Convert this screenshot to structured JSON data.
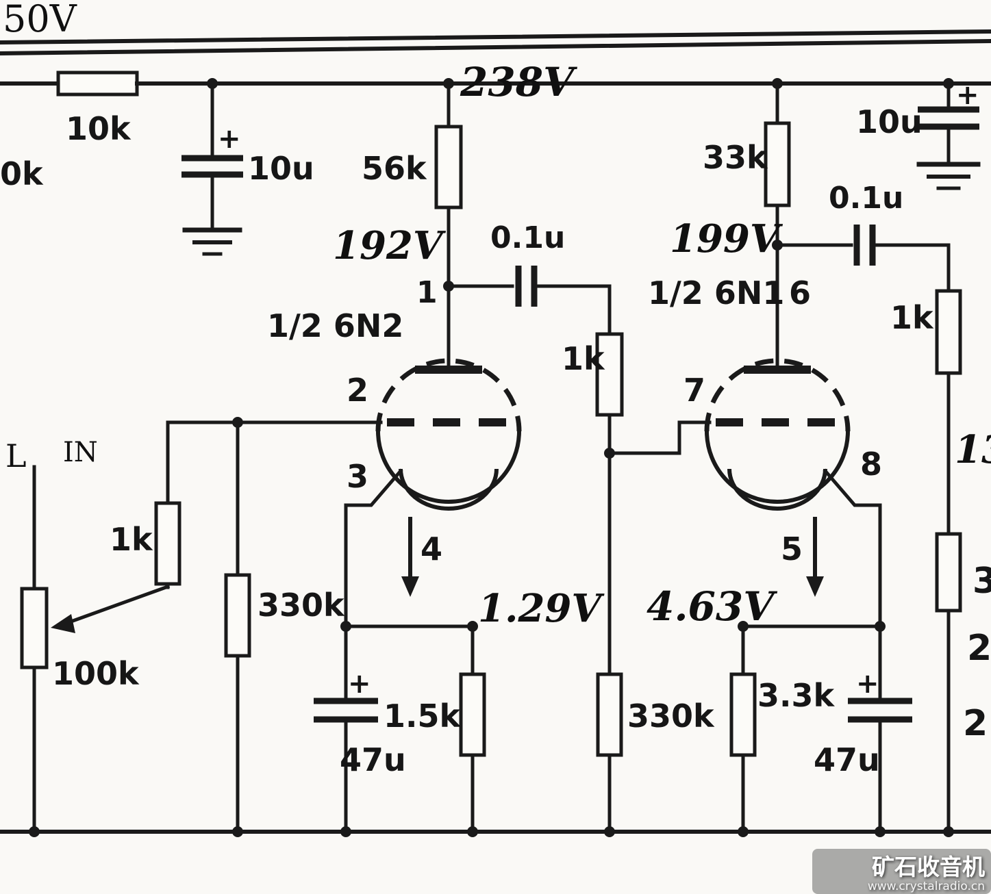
{
  "doc": {
    "kind": "tube-amplifier-schematic-scan"
  },
  "labels": {
    "supply_voltage_partial": "50V",
    "left_resistor_partial": "0k",
    "r_series": "10k",
    "c_filter1": "10u",
    "v_rail": "238V",
    "r_plate1": "56k",
    "v_plate1": "192V",
    "c_couple1": "0.1u",
    "tube1": "1/2 6N2",
    "pin1": "1",
    "pin2": "2",
    "pin3": "3",
    "pin4": "4",
    "r_load_mid": "1k",
    "channel": "L",
    "input": "IN",
    "r_grid_stop": "1k",
    "r_grid1": "330k",
    "pot": "100k",
    "v_cath1": "1.29V",
    "c_cath1": "47u",
    "r_cath1": "1.5k",
    "tube2": "1/2 6N1",
    "pin5": "5",
    "pin6": "6",
    "pin7": "7",
    "pin8": "8",
    "v_plate2": "199V",
    "r_plate2": "33k",
    "c_couple2": "0.1u",
    "c_filter2": "10u",
    "r_grid_stop2": "1k",
    "r_grid2": "330k",
    "v_cath2": "4.63V",
    "r_cath2": "3.3k",
    "c_cath2": "47u",
    "partial_right_v": "13",
    "partial_right_r": "3",
    "partial_right_a": "2",
    "partial_right_b": "2.",
    "plus": "+"
  },
  "watermark": {
    "title": "矿石收音机",
    "url": "www.crystalradio.cn"
  },
  "colors": {
    "ink": "#1a1a1a",
    "paper": "#faf9f6",
    "watermark_text": "#ffffff"
  }
}
